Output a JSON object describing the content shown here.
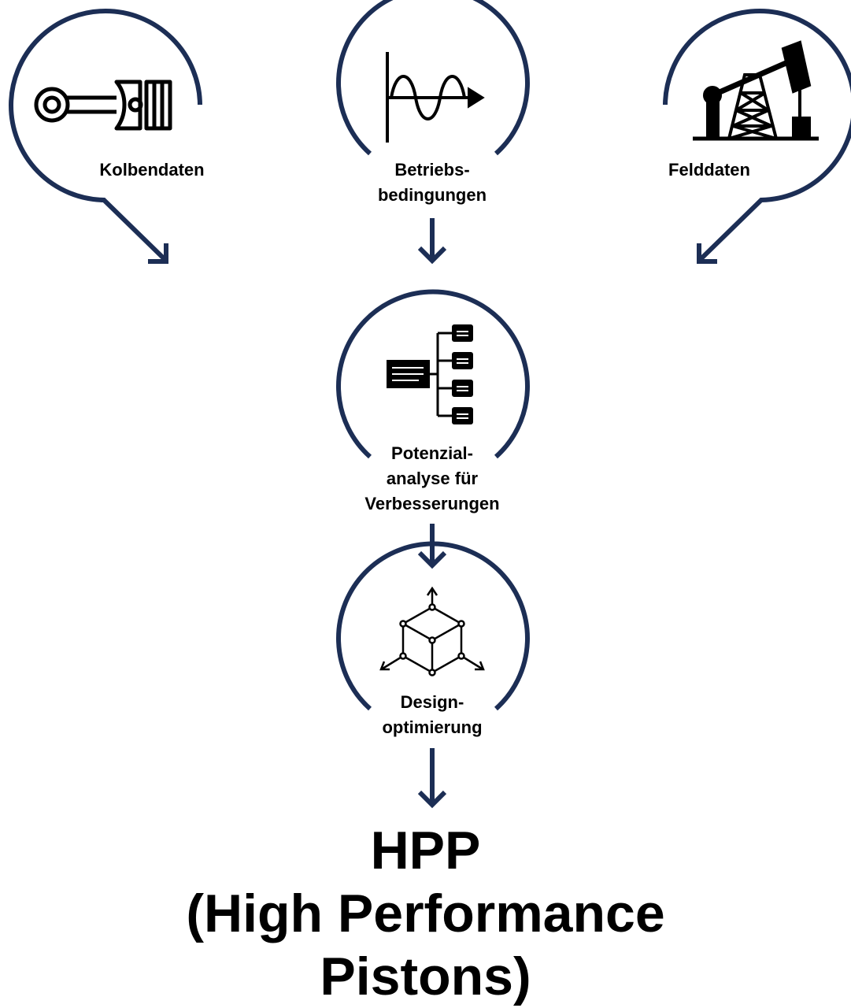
{
  "colors": {
    "accent": "#1c2e55",
    "icon": "#000000",
    "background": "#ffffff"
  },
  "nodes": {
    "kolben": {
      "icon": "piston-icon",
      "lines": [
        "Kolbendaten"
      ]
    },
    "betrieb": {
      "icon": "wave-signal-icon",
      "lines": [
        "Betriebs-",
        "bedingungen"
      ]
    },
    "feld": {
      "icon": "oil-pump-icon",
      "lines": [
        "Felddaten"
      ]
    },
    "potenzial": {
      "icon": "tree-hierarchy-icon",
      "lines": [
        "Potenzial-",
        "analyse für",
        "Verbesserungen"
      ]
    },
    "design": {
      "icon": "cube-axes-icon",
      "lines": [
        "Design-",
        "optimierung"
      ]
    }
  },
  "result": {
    "lines": [
      "HPP",
      "(High Performance",
      "Pistons)"
    ]
  }
}
